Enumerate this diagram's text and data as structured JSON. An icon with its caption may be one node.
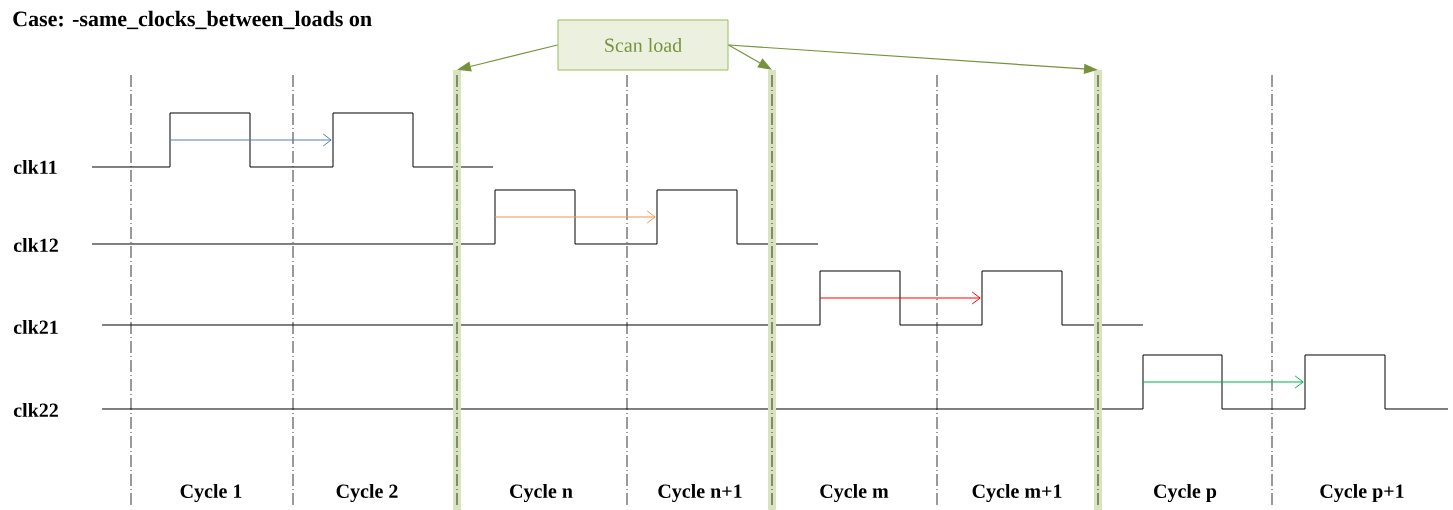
{
  "diagram": {
    "title": "Case: -same_clocks_between_loads on",
    "nodes": [
      {
        "text": [
          "Scan load"
        ]
      },
      {
        "text": [],
        "shape": "bar"
      },
      {
        "text": [],
        "shape": "bar"
      },
      {
        "text": [],
        "shape": "bar"
      }
    ],
    "edges": [
      {
        "from": 0,
        "to": 1,
        "arrow": "to"
      },
      {
        "from": 0,
        "to": 2,
        "arrow": "to"
      },
      {
        "from": 0,
        "to": 3,
        "arrow": "to"
      }
    ],
    "labels": [
      "clk11",
      "clk12",
      "clk21",
      "clk22",
      "Cycle 1",
      "Cycle 2",
      "Cycle n",
      "Cycle n+1",
      "Cycle m",
      "Cycle m+1",
      "Cycle p",
      "Cycle p+1"
    ]
  }
}
